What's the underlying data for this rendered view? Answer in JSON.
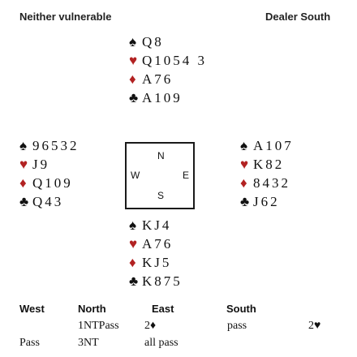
{
  "header": {
    "vulnerability": "Neither vulnerable",
    "dealer": "Dealer  South"
  },
  "colors": {
    "black_suit": "#111111",
    "red_suit": "#b22222"
  },
  "suit_symbols": {
    "spades": "♠",
    "hearts": "♥",
    "diamonds": "♦",
    "clubs": "♣"
  },
  "hands": {
    "north": {
      "spades": "Q8",
      "hearts": "Q1054 3",
      "diamonds": "A76",
      "clubs": "A109"
    },
    "west": {
      "spades": "96532",
      "hearts": "J9",
      "diamonds": "Q109",
      "clubs": "Q43"
    },
    "east": {
      "spades": "A107",
      "hearts": "K82",
      "diamonds": "8432",
      "clubs": "J62"
    },
    "south": {
      "spades": "KJ4",
      "hearts": "A76",
      "diamonds": "KJ5",
      "clubs": "K875"
    }
  },
  "compass": {
    "n": "N",
    "w": "W",
    "e": "E",
    "s": "S"
  },
  "auction": {
    "headers": [
      "West",
      "North",
      "East",
      "South"
    ],
    "rows": [
      [
        "",
        "1NTPass",
        "2♦",
        "pass"
      ],
      [
        "Pass",
        "3NT",
        "all pass",
        ""
      ]
    ],
    "south_extra": "2♥"
  }
}
